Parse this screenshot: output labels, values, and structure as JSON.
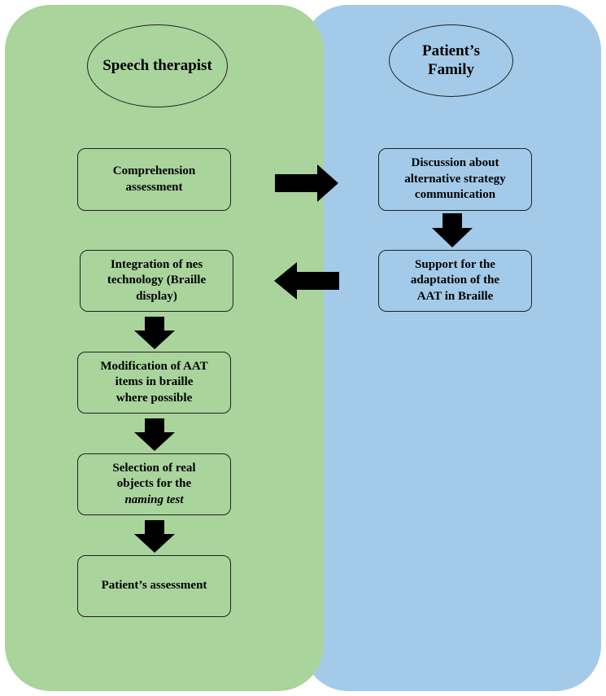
{
  "lanes": {
    "speech_therapist": {
      "title_line1": "Speech",
      "title_line2": "therapist",
      "color": "#a9d49c"
    },
    "patients_family": {
      "title_line1": "Patient’s",
      "title_line2": "Family",
      "color": "#a3cbe9"
    }
  },
  "steps": {
    "comprehension": {
      "line1": "Comprehension",
      "line2": "assessment"
    },
    "discussion": {
      "line1": "Discussion about",
      "line2": "alternative strategy",
      "line3": "communication"
    },
    "support": {
      "line1": "Support for the",
      "line2": "adaptation of the",
      "line3": "AAT in Braille"
    },
    "integration": {
      "line1": "Integration of nes",
      "line2": "technology (Braille",
      "line3": "display)"
    },
    "modification": {
      "line1": "Modification of AAT",
      "line2": "items in braille",
      "line3": "where possible"
    },
    "selection": {
      "line1": "Selection of real",
      "line2": "objects for the",
      "line3": "naming test"
    },
    "patient_assessment": {
      "line1": "Patient’s assessment"
    }
  },
  "arrow_color": "#000000"
}
